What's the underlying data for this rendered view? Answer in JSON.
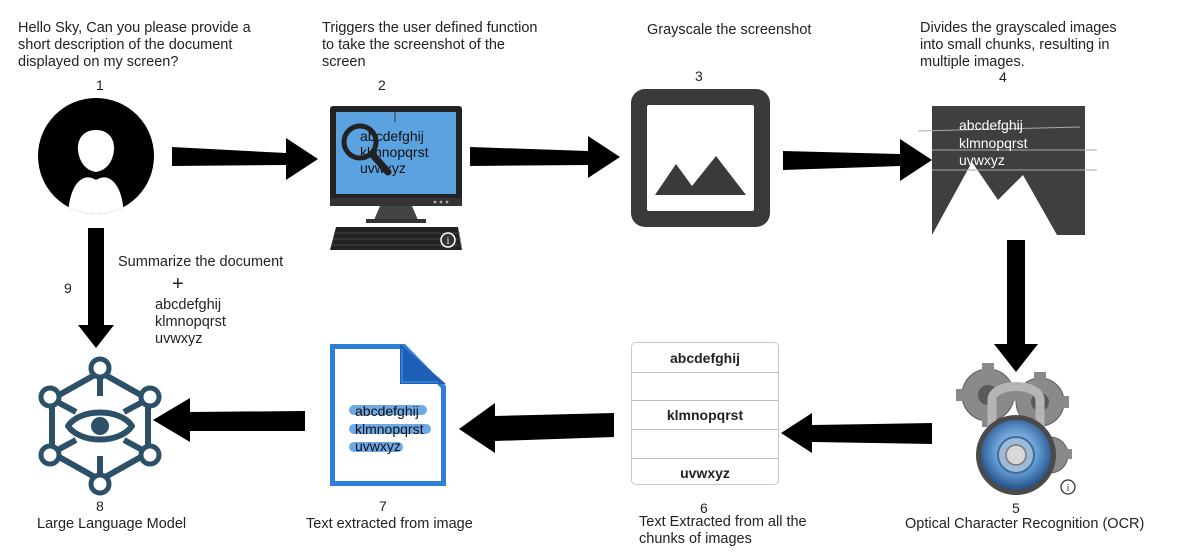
{
  "steps": {
    "s1": {
      "number": "1",
      "caption": "Hello Sky, Can you please provide a short description of the document displayed on my screen?"
    },
    "s2": {
      "number": "2",
      "caption": "Triggers the user defined function to take the screenshot of the screen"
    },
    "s3": {
      "number": "3",
      "caption": "Grayscale the screenshot"
    },
    "s4": {
      "number": "4",
      "caption": "Divides the grayscaled images into small chunks, resulting in multiple images."
    },
    "s5": {
      "number": "5",
      "caption": "Optical Character Recognition (OCR)"
    },
    "s6": {
      "number": "6",
      "caption": "Text Extracted from all the chunks of images"
    },
    "s7": {
      "number": "7",
      "caption": "Text extracted from image"
    },
    "s8": {
      "number": "8",
      "caption": "Large Language Model"
    },
    "s9": {
      "number": "9",
      "caption": "Summarize the document",
      "plus": "+"
    }
  },
  "sample_text": {
    "line1": "abcdefghij",
    "line2": "klmnopqrst",
    "line3": "uvwxyz",
    "multiline": "abcdefghij\nklmnopqrst\nuvwxyz"
  },
  "colors": {
    "arrow": "#000000",
    "monitor_screen": "#5ba3e0",
    "gray_frame": "#3a3a3a",
    "llm_icon": "#2b5068",
    "doc_blue": "#2f7ed8",
    "highlight": "#6fa8e6"
  },
  "icons": [
    "user-avatar-icon",
    "computer-monitor-icon",
    "magnifier-icon",
    "image-placeholder-icon",
    "chunked-image-icon",
    "gears-lock-icon",
    "text-chunks-table",
    "document-file-icon",
    "neural-network-eye-icon",
    "info-icon"
  ]
}
